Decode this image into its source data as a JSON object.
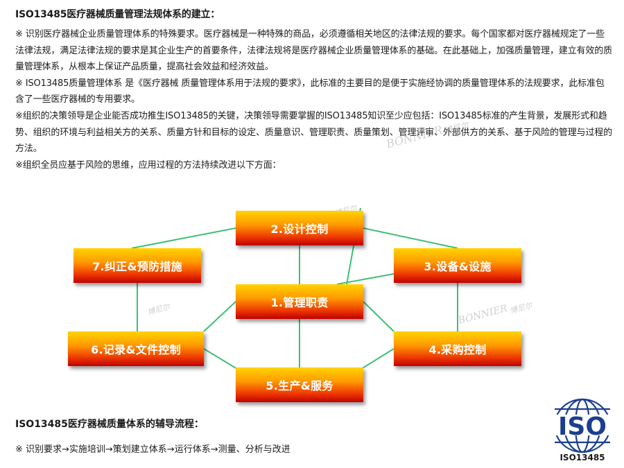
{
  "heading": "ISO13485医疗器械质量管理法规体系的建立：",
  "paragraphs": [
    "※ 识别医疗器械企业质量管理体系的特殊要求。医疗器械是一种特殊的商品，必须遵循相关地区的法律法规的要求。每个国家都对医疗器械规定了一些法律法规，满足法律法规的要求是其企业生产的首要条件，法律法规将是医疗器械企业质量管理体系的基础。在此基础上，加强质量管理，建立有效的质量管理体系，从根本上保证产品质量，提高社会效益和经济效益。",
    "※ ISO13485质量管理体系 是《医疗器械  质量管理体系用于法规的要求》，此标准的主要目的是便于实施经协调的质量管理体系的法规要求，此标准包含了一些医疗器械的专用要求。",
    "※组织的决策领导是企业能否成功推生ISO13485的关键，决策领导需要掌握的ISO13485知识至少应包括：ISO13485标准的产生背景，发展形式和趋势、组织的环境与利益相关方的关系、质量方针和目标的设定、质量意识、管理职责、质量策划、管理评审、外部供方的关系、基于风险的管理与过程的方法。",
    "※组织全员应基于风险的思维，应用过程的方法持续改进以下方面："
  ],
  "diagram": {
    "line_color": "#3dbf73",
    "center": "1.管理职责",
    "nodes": [
      "2.设计控制",
      "3.设备&设施",
      "4.采购控制",
      "5.生产&服务",
      "6.记录&文件控制",
      "7.纠正&预防措施"
    ]
  },
  "watermark": {
    "brand": "BONNIER",
    "cn": "博尼尔"
  },
  "subheading": "ISO13485医疗器械质量体系的辅导流程：",
  "process_line": "※ 识别要求→实施培训→策划建立体系→运行体系→测量、分析与改进",
  "logo": {
    "text": "ISO",
    "caption": "ISO13485",
    "color": "#1b3f8e"
  }
}
